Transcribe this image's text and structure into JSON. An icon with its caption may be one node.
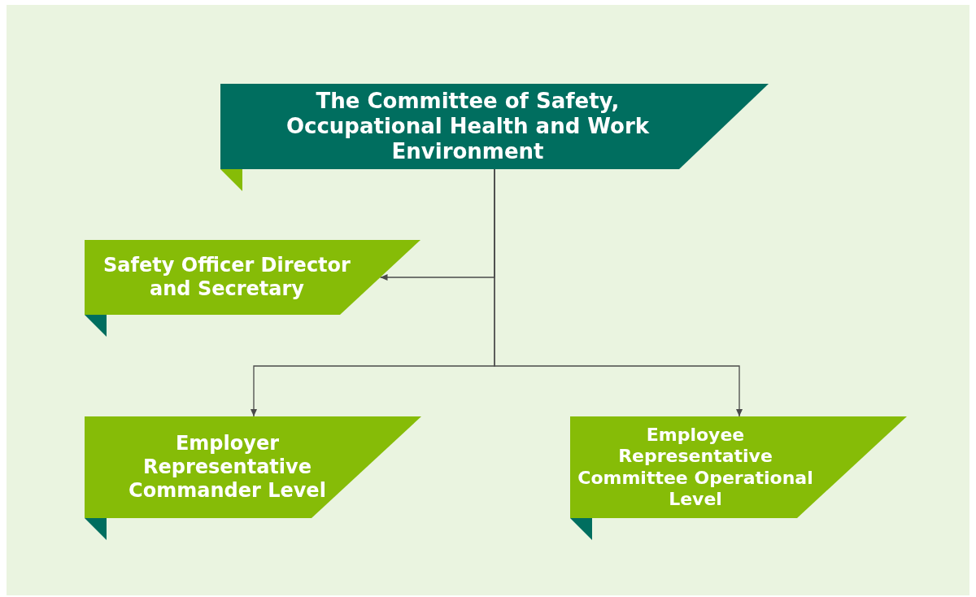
{
  "diagram": {
    "nodes": [
      {
        "text": [
          "The Committee of Safety, Occupational Health and Work Environment"
        ]
      },
      {
        "text": [
          "Safety Officer Director and Secretary"
        ]
      },
      {
        "text": [
          "Employer Representative Commander Level"
        ]
      },
      {
        "text": [
          "Employee Representative Committee Operational Level"
        ]
      }
    ],
    "edges": [
      {
        "from": 0,
        "to": 1,
        "arrow": "to"
      },
      {
        "from": 0,
        "to": 2,
        "arrow": "to"
      },
      {
        "from": 0,
        "to": 3,
        "arrow": "to"
      }
    ]
  }
}
